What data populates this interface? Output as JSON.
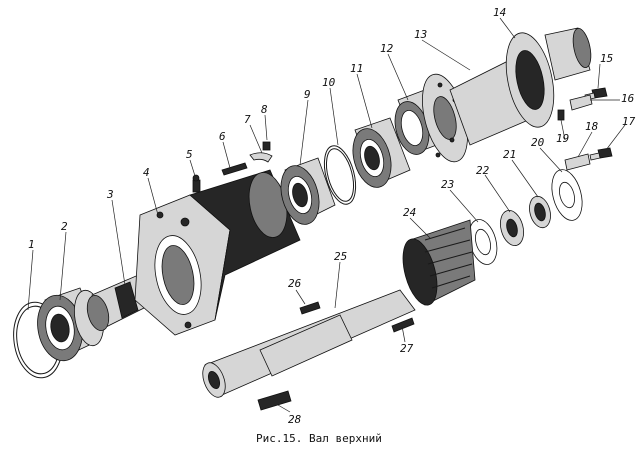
{
  "caption": "Рис.15. Вал верхний",
  "callouts": [
    {
      "id": 1,
      "label": "1",
      "part": "ring"
    },
    {
      "id": 2,
      "label": "2",
      "part": "bearing"
    },
    {
      "id": 3,
      "label": "3",
      "part": "shaft"
    },
    {
      "id": 4,
      "label": "4",
      "part": "housing"
    },
    {
      "id": 5,
      "label": "5",
      "part": "grease-nipple"
    },
    {
      "id": 6,
      "label": "6",
      "part": "pin"
    },
    {
      "id": 7,
      "label": "7",
      "part": "washer"
    },
    {
      "id": 8,
      "label": "8",
      "part": "nut"
    },
    {
      "id": 9,
      "label": "9",
      "part": "bearing"
    },
    {
      "id": 10,
      "label": "10",
      "part": "ring"
    },
    {
      "id": 11,
      "label": "11",
      "part": "bearing"
    },
    {
      "id": 12,
      "label": "12",
      "part": "bearing-cup"
    },
    {
      "id": 13,
      "label": "13",
      "part": "flange"
    },
    {
      "id": 14,
      "label": "14",
      "part": "splined-hub"
    },
    {
      "id": 15,
      "label": "15",
      "part": "bolt"
    },
    {
      "id": 16,
      "label": "16",
      "part": "lock-plate"
    },
    {
      "id": 17,
      "label": "17",
      "part": "bolt"
    },
    {
      "id": 18,
      "label": "18",
      "part": "lock-plate"
    },
    {
      "id": 19,
      "label": "19",
      "part": "pin"
    },
    {
      "id": 20,
      "label": "20",
      "part": "cover-plate"
    },
    {
      "id": 21,
      "label": "21",
      "part": "ring"
    },
    {
      "id": 22,
      "label": "22",
      "part": "nut"
    },
    {
      "id": 23,
      "label": "23",
      "part": "lock-washer"
    },
    {
      "id": 24,
      "label": "24",
      "part": "bevel-gear"
    },
    {
      "id": 25,
      "label": "25",
      "part": "shaft"
    },
    {
      "id": 26,
      "label": "26",
      "part": "key"
    },
    {
      "id": 27,
      "label": "27",
      "part": "key"
    },
    {
      "id": 28,
      "label": "28",
      "part": "key"
    }
  ]
}
